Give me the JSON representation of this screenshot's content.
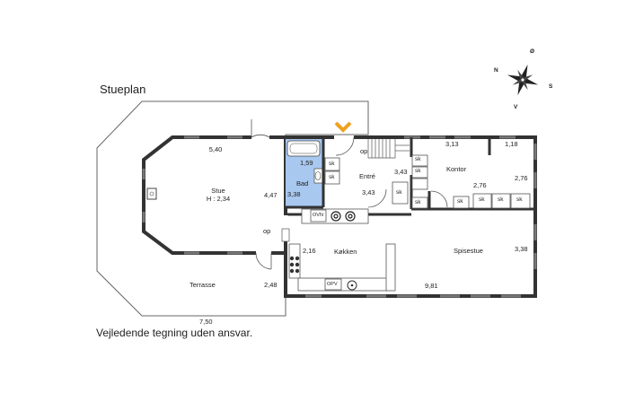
{
  "title": "Stueplan",
  "disclaimer": "Vejledende tegning uden ansvar.",
  "colors": {
    "wall": "#333333",
    "bathroom": "#a8c8ef",
    "entrance_marker": "#f0a020",
    "line": "#666666"
  },
  "compass": {
    "n": "N",
    "s": "S",
    "o": "Ø",
    "v": "V"
  },
  "rooms": {
    "stue": {
      "name": "Stue",
      "height": "H : 2,34",
      "width": "5,40",
      "depth": "4,47"
    },
    "bad": {
      "name": "Bad",
      "width": "1,59",
      "depth": "3,38"
    },
    "entre": {
      "name": "Entré",
      "width": "3,43",
      "depth": "3,43",
      "door": "op"
    },
    "kontor": {
      "name": "Kontor",
      "width": "3,13",
      "side": "1,18",
      "depth_a": "2,76",
      "depth_b": "2,76"
    },
    "kokken": {
      "name": "Køkken",
      "dim": "2,16",
      "stair": "op"
    },
    "spisestue": {
      "name": "Spisestue",
      "length": "9,81",
      "depth": "3,38"
    },
    "terrasse": {
      "name": "Terrasse",
      "depth": "2,48",
      "width": "7,50"
    }
  },
  "appliances": {
    "oven": "OVN",
    "dishwasher": "OPV"
  },
  "cabinets": [
    "sk",
    "sk",
    "sk",
    "sk",
    "sk",
    "sk",
    "sk",
    "sk",
    "sk"
  ]
}
